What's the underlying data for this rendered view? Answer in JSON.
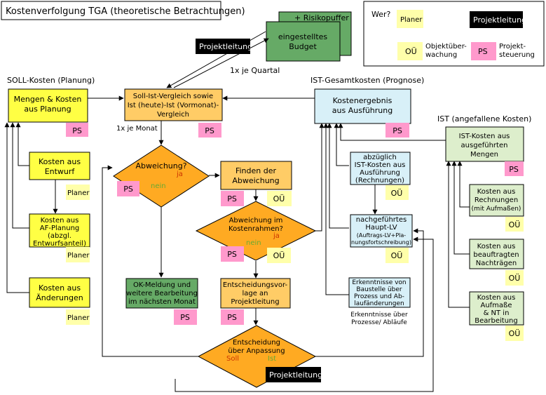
{
  "title": "Kostenverfolgung TGA (theoretische Betrachtungen)",
  "legend": {
    "heading": "Wer?",
    "planer": "Planer",
    "projektleitung": "Projektleitung",
    "oue": "OÜ",
    "oue_desc_1": "Objektüber-",
    "oue_desc_2": "wachung",
    "ps": "PS",
    "ps_desc_1": "Projekt-",
    "ps_desc_2": "steuerung"
  },
  "colors": {
    "yellow": "#ffff44",
    "light_yellow": "#ffffaa",
    "pink": "#ff99cc",
    "orange_fill": "#ffcc66",
    "diamond": "#ffaa22",
    "light_blue": "#d8f0f8",
    "green_fill": "#66aa66",
    "light_green": "#ddeecc",
    "black": "#000000",
    "ja_color": "#cc3300",
    "nein_color": "#66aa33"
  },
  "budget": {
    "risk": "+ Risikopuffer",
    "line1": "eingestelltes",
    "line2": "Budget",
    "pl_badge": "Projektleitung",
    "quarterly": "1x je Quartal"
  },
  "sections": {
    "soll": "SOLL-Kosten (Planung)",
    "ist_gesamt": "IST-Gesamtkosten (Prognose)",
    "ist": "IST (angefallene Kosten)"
  },
  "soll_boxes": {
    "mengen": [
      "Mengen & Kosten",
      "aus Planung"
    ],
    "entwurf": [
      "Kosten aus",
      "Entwurf"
    ],
    "af": [
      "Kosten aus",
      "AF-Planung",
      "(abzgl.",
      "Entwurfsanteil)"
    ],
    "aenderungen": [
      "Kosten aus",
      "Änderungen"
    ]
  },
  "center": {
    "vergleich": [
      "Soll-Ist-Vergleich sowie",
      "Ist (heute)-Ist (Vormonat)-",
      "Vergleich"
    ],
    "monthly": "1x je Monat",
    "abweichung_q": "Abweichung?",
    "ja": "ja",
    "nein": "nein",
    "finden": [
      "Finden der",
      "Abweichung"
    ],
    "rahmen_q": [
      "Abweichung im",
      "Kostenrahmen?"
    ],
    "ok": [
      "OK-Meldung und",
      "weitere Bearbeitung",
      "im nächsten Monat"
    ],
    "vorlage": [
      "Entscheidungsvor-",
      "lage an",
      "Projektleitung"
    ],
    "entscheidung": [
      "Entscheidung",
      "über Anpassung"
    ],
    "soll": "Soll",
    "ist": "Ist"
  },
  "prognose": {
    "ergebnis": [
      "Kostenergebnis",
      "aus Ausführung"
    ],
    "abzueglich": [
      "abzüglich",
      "IST-Kosten aus",
      "Ausführung",
      "(Rechnungen)"
    ],
    "nachgefuehrt": [
      "nachgeführtes",
      "Haupt-LV",
      "(Auftrags-LV+Pla-",
      "nungsfortschreibung)"
    ],
    "erkenntnisse": [
      "Erkenntnisse von",
      "Baustelle über",
      "Prozess und Ab-",
      "laufänderungen"
    ],
    "erkenntnisse_caption": [
      "Erkenntnisse über",
      "Prozesse/ Abläufe"
    ]
  },
  "ist_boxes": {
    "mengen": [
      "IST-Kosten aus",
      "ausgeführten",
      "Mengen"
    ],
    "rechnungen": [
      "Kosten aus",
      "Rechnungen",
      "(mit Aufmaßen)"
    ],
    "nachtraege": [
      "Kosten aus",
      "beauftragten",
      "Nachträgen"
    ],
    "aufmasse": [
      "Kosten aus",
      "Aufmaße",
      "& NT in",
      "Bearbeitung"
    ]
  },
  "tags": {
    "ps": "PS",
    "oue": "OÜ",
    "planer": "Planer",
    "projektleitung": "Projektleitung"
  }
}
